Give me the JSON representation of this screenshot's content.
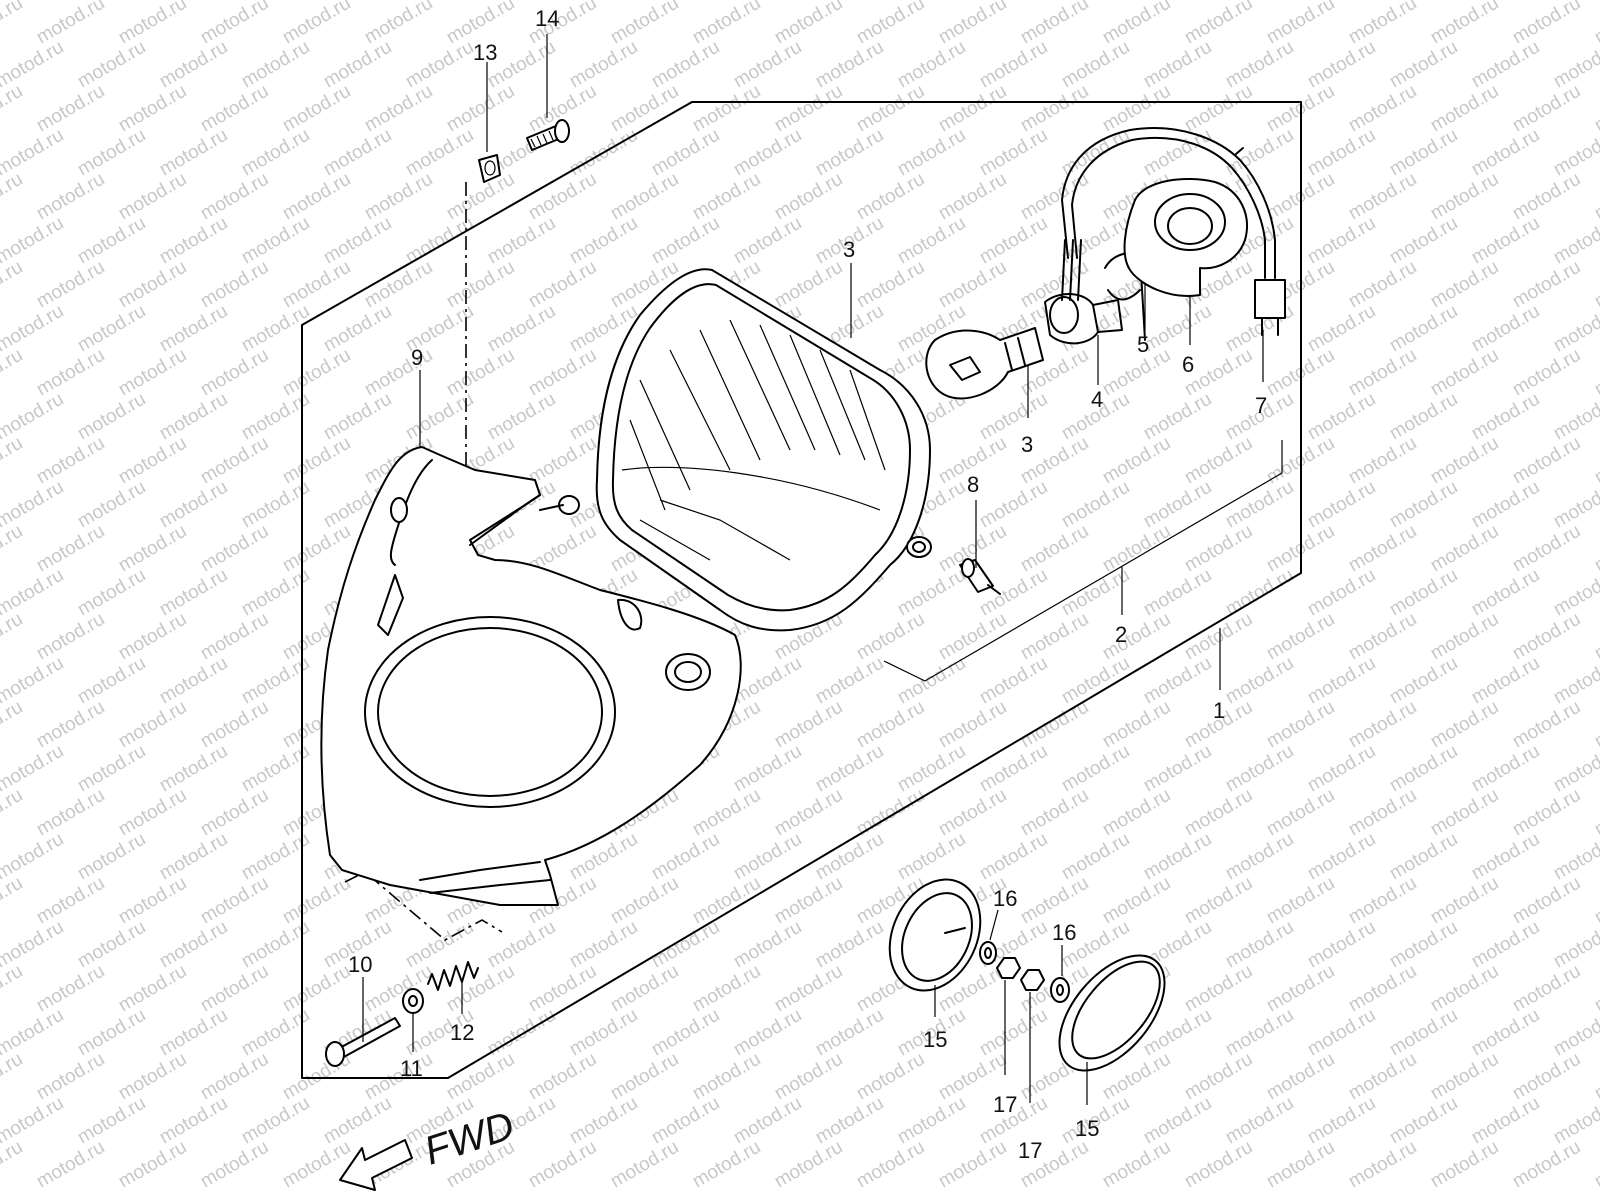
{
  "watermark": "motod.ru",
  "direction_label": "FWD",
  "callouts": {
    "c1": "1",
    "c2": "2",
    "c3a": "3",
    "c3b": "3",
    "c4": "4",
    "c5": "5",
    "c6": "6",
    "c7": "7",
    "c8": "8",
    "c9": "9",
    "c10": "10",
    "c11": "11",
    "c12": "12",
    "c13": "13",
    "c14": "14",
    "c15a": "15",
    "c15b": "15",
    "c16a": "16",
    "c16b": "16",
    "c17a": "17",
    "c17b": "17"
  },
  "colors": {
    "line": "#000000",
    "watermark": "#9a9a9a",
    "background": "#ffffff"
  }
}
